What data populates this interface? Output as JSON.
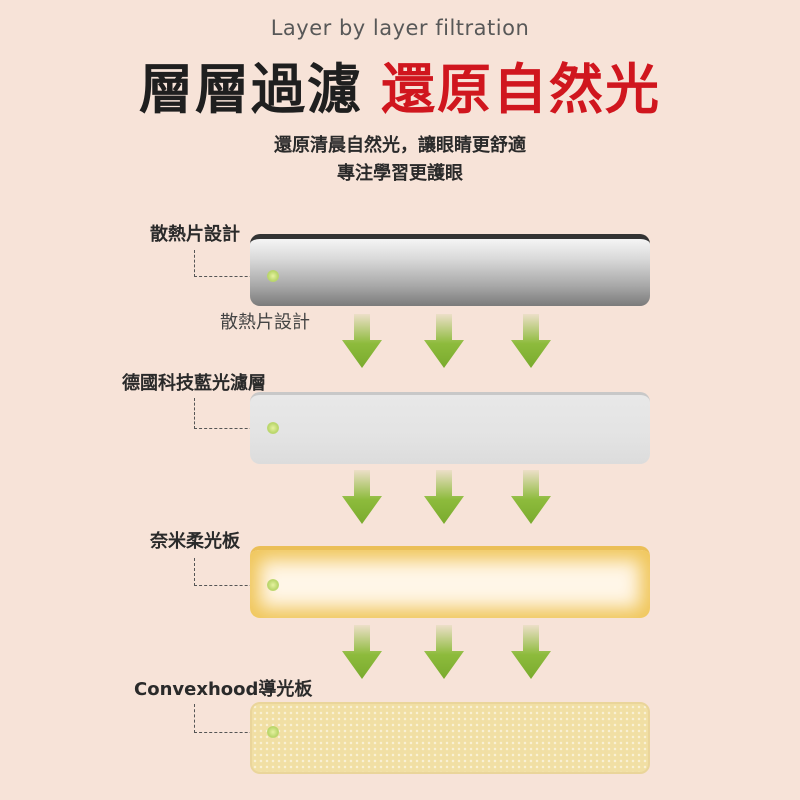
{
  "header": {
    "subtitle_en": "Layer by layer filtration",
    "headline_dark": "層層過濾",
    "headline_red": "還原自然光",
    "description_line1": "還原清晨自然光，讓眼睛更舒適",
    "description_line2": "專注學習更護眼"
  },
  "layers": [
    {
      "label": "散熱片設計",
      "sublabel": "散熱片設計"
    },
    {
      "label": "德國科技藍光濾層"
    },
    {
      "label": "奈米柔光板"
    },
    {
      "label": "Convexhood導光板"
    }
  ],
  "colors": {
    "background": "#f7e3d8",
    "accent_red": "#d0161e",
    "arrow_green": "#8dbb3c"
  }
}
